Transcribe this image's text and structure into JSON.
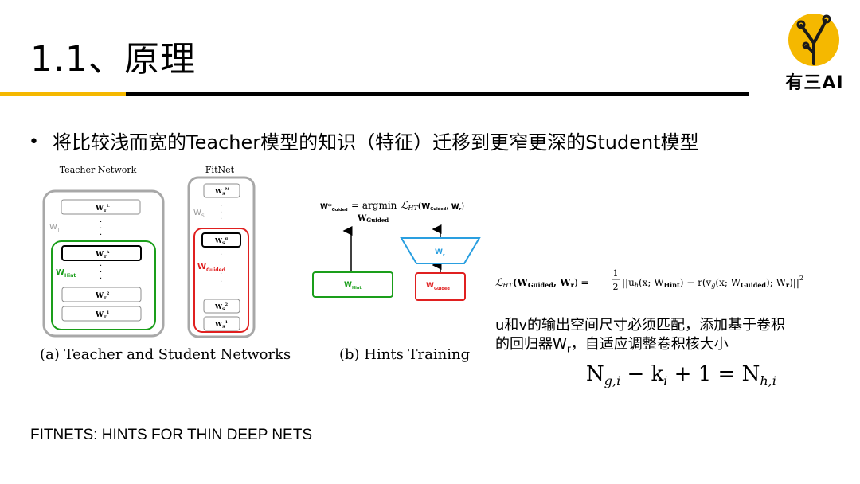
{
  "slide": {
    "title": "1.1、原理",
    "bullet": "将比较浅而宽的Teacher模型的知识（特征）迁移到更窄更深的Student模型",
    "logo_text": "有三AI",
    "footer": "FITNETS: HINTS FOR THIN DEEP NETS"
  },
  "figure_a": {
    "teacher_title": "Teacher Network",
    "student_title": "FitNet",
    "caption": "(a) Teacher and Student Networks",
    "teacher_group": "W",
    "teacher_group_sub": "T",
    "student_group": "W",
    "student_group_sub": "S",
    "hint_label": "W",
    "hint_sub": "Hint",
    "guided_label": "W",
    "guided_sub": "Guided",
    "teacher_layers": [
      {
        "main": "W",
        "sub": "T",
        "sup": "L"
      },
      {
        "main": "W",
        "sub": "T",
        "sup": "h"
      },
      {
        "main": "W",
        "sub": "T",
        "sup": "2"
      },
      {
        "main": "W",
        "sub": "T",
        "sup": "1"
      }
    ],
    "student_layers": [
      {
        "main": "W",
        "sub": "S",
        "sup": "M"
      },
      {
        "main": "W",
        "sub": "S",
        "sup": "g"
      },
      {
        "main": "W",
        "sub": "S",
        "sup": "2"
      },
      {
        "main": "W",
        "sub": "S",
        "sup": "1"
      }
    ]
  },
  "figure_b": {
    "caption": "(b) Hints Training",
    "hint_box": "W",
    "hint_box_sub": "Hint",
    "guided_box": "W",
    "guided_box_sub": "Guided",
    "regressor": "W",
    "regressor_sub": "r",
    "eq_lhs": "W*",
    "eq_lhs_sub": "Guided",
    "eq_mid": "= argmin",
    "eq_under": "W",
    "eq_under_sub": "Guided",
    "eq_loss": "ℒ",
    "eq_loss_sub": "HT",
    "eq_args": "(W",
    "eq_args_sub": "Guided",
    "eq_args_end": ", W",
    "eq_args_end_sub": "r",
    "eq_close": ")"
  },
  "loss_formula": {
    "lhs": "ℒ",
    "lhs_sub": "HT",
    "lhs_args": "(W",
    "lhs_args_sub1": "Guided",
    "lhs_args_mid": ", W",
    "lhs_args_sub2": "r",
    "lhs_args_end": ") =",
    "frac_num": "1",
    "frac_den": "2",
    "rhs_a": "||u",
    "rhs_a_sub": "h",
    "rhs_b": "(x; W",
    "rhs_b_sub": "Hint",
    "rhs_c": ") − r(v",
    "rhs_c_sub": "g",
    "rhs_d": "(x; W",
    "rhs_d_sub": "Guided",
    "rhs_e": "); W",
    "rhs_e_sub": "r",
    "rhs_f": ")||",
    "rhs_sup": "2"
  },
  "explanation": {
    "line1": "u和v的输出空间尺寸必须匹配，添加基于卷积",
    "line2_a": "的回归器W",
    "line2_sub": "r",
    "line2_b": "，自适应调整卷积核大小"
  },
  "size_formula": {
    "a": "N",
    "a_sub": "g,i",
    "op1": " − k",
    "k_sub": "i",
    "op2": " + 1  =  N",
    "b_sub": "h,i"
  },
  "colors": {
    "accent_yellow": "#f5b800",
    "green": "#1a9e1a",
    "red": "#e02020",
    "blue": "#2a9fe0",
    "gray_box": "#a8a8a8"
  }
}
